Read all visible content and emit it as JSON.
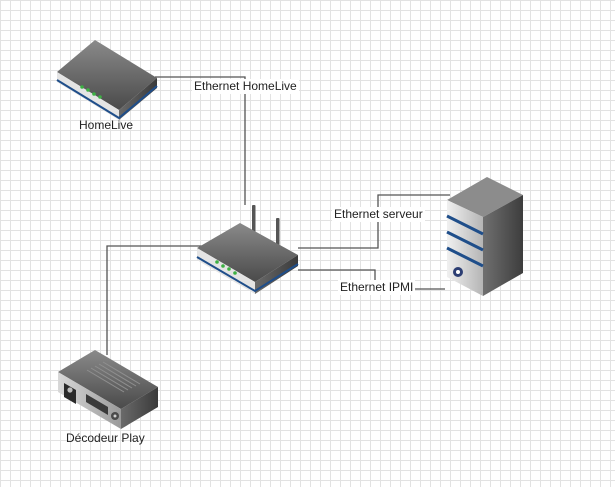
{
  "devices": {
    "homelive": {
      "label": "HomeLive",
      "icon": "set-top-box-icon"
    },
    "router": {
      "icon": "wifi-router-icon"
    },
    "server": {
      "icon": "server-tower-icon"
    },
    "decoder": {
      "label": "Décodeur Play",
      "icon": "decoder-icon"
    }
  },
  "links": {
    "homelive": {
      "label": "Ethernet HomeLive"
    },
    "server": {
      "label": "Ethernet serveur"
    },
    "ipmi": {
      "label": "Ethernet IPMI"
    }
  },
  "colors": {
    "connector": "#555555",
    "device_body": "#5d5d5d",
    "device_accent": "#1f4e8a",
    "led": "#3cb043"
  }
}
